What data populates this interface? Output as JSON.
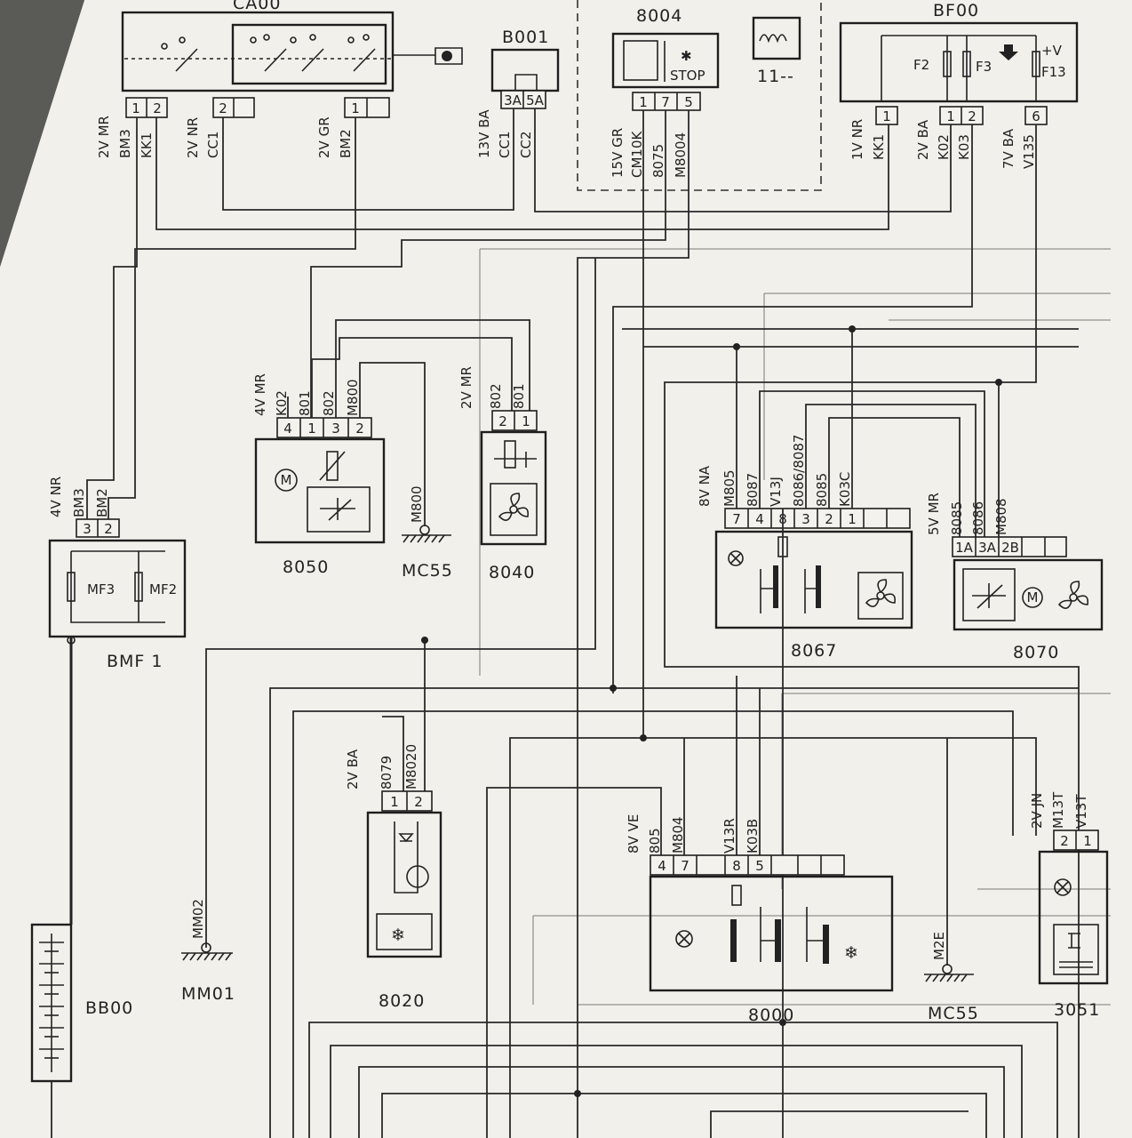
{
  "components": {
    "ca00": {
      "label": "CA00",
      "pins": [
        "1",
        "2",
        "2",
        "1"
      ]
    },
    "b001": {
      "label": "B001",
      "pins": [
        "3A",
        "5A"
      ]
    },
    "c8004": {
      "label": "8004",
      "stop": "STOP",
      "pins": [
        "1",
        "7",
        "5"
      ]
    },
    "relay11": {
      "label": "11--"
    },
    "bf00": {
      "label": "BF00",
      "fuses": [
        "F2",
        "F3",
        "F13"
      ],
      "plusv": "+V",
      "pins": [
        "1",
        "1",
        "2",
        "6"
      ]
    },
    "bmf1": {
      "label": "BMF 1",
      "fuses": [
        "MF3",
        "MF2"
      ],
      "pins": [
        "3",
        "2"
      ]
    },
    "c8050": {
      "label": "8050",
      "pins": [
        "4",
        "1",
        "3",
        "2"
      ]
    },
    "mc55a": {
      "label": "MC55"
    },
    "c8040": {
      "label": "8040",
      "pins": [
        "2",
        "1"
      ]
    },
    "c8067": {
      "label": "8067",
      "pins": [
        "7",
        "4",
        "8",
        "3",
        "2",
        "1"
      ]
    },
    "c8070": {
      "label": "8070",
      "pins": [
        "1A",
        "3A",
        "2B"
      ]
    },
    "bb00": {
      "label": "BB00"
    },
    "mm01": {
      "label": "MM01"
    },
    "c8020": {
      "label": "8020",
      "pins": [
        "1",
        "2"
      ]
    },
    "c8000": {
      "label": "8000",
      "pins": [
        "4",
        "7",
        "8",
        "5"
      ]
    },
    "mc55b": {
      "label": "MC55"
    },
    "c3051": {
      "label": "3051",
      "pins": [
        "2",
        "1"
      ]
    }
  },
  "wire_labels": {
    "ca00_a": [
      "2V MR",
      "BM3",
      "KK1"
    ],
    "ca00_b": [
      "2V NR",
      "CC1"
    ],
    "ca00_c": [
      "2V GR",
      "BM2"
    ],
    "b001": [
      "13V BA",
      "CC1",
      "CC2"
    ],
    "c8004": [
      "15V GR",
      "CM10K",
      "8075",
      "M8004"
    ],
    "bf00_a": [
      "1V NR",
      "KK1"
    ],
    "bf00_b": [
      "2V BA",
      "K02",
      "K03"
    ],
    "bf00_c": [
      "7V BA",
      "V135"
    ],
    "bmf1": [
      "4V NR",
      "BM3",
      "BM2"
    ],
    "c8050": [
      "4V MR",
      "K02",
      "801",
      "802",
      "M800"
    ],
    "c8040": [
      "2V MR",
      "802",
      "801"
    ],
    "mc55a": [
      "M800"
    ],
    "c8067": [
      "8V NA",
      "M805",
      "8087",
      "V13J",
      "8086/8087",
      "8085",
      "K03C"
    ],
    "c8070": [
      "5V MR",
      "8085",
      "8086",
      "M808"
    ],
    "c8020": [
      "2V BA",
      "8079",
      "M8020"
    ],
    "mm01": [
      "MM02"
    ],
    "c8000": [
      "8V VE",
      "805",
      "M804",
      "V13R",
      "K03B"
    ],
    "mc55b": [
      "M2E"
    ],
    "c3051": [
      "2V JN",
      "M13T",
      "V13T"
    ]
  },
  "colors": {
    "paper": "#f2f0ea",
    "ink": "#222222",
    "background": "#4a4a48"
  }
}
